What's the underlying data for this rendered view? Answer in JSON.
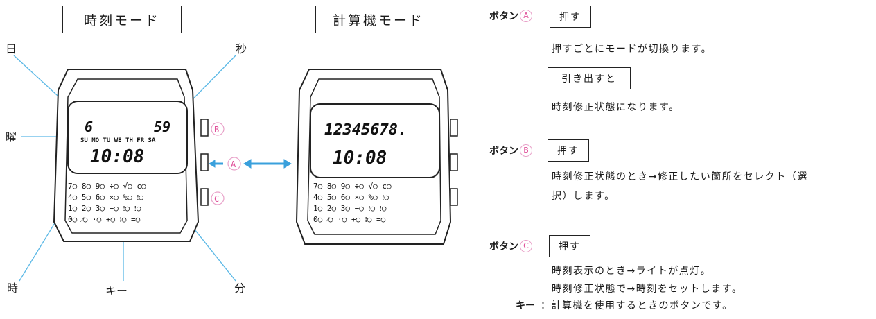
{
  "left": {
    "mode_title": "時刻モード",
    "labels": {
      "day": "日",
      "second": "秒",
      "weekday": "曜",
      "hour": "時",
      "key": "キー",
      "minute": "分"
    },
    "lcd": {
      "date": "6",
      "seconds": "59",
      "weekdays": "SU MO TU WE TH FR SA",
      "time": "10:08"
    }
  },
  "right_watch": {
    "mode_title": "計算機モード",
    "lcd": {
      "digits": "12345678.",
      "time": "10:08"
    }
  },
  "side_buttons": {
    "b": "B",
    "a": "A",
    "c": "C"
  },
  "keypad_rows": [
    "7○ 8○ 9○ ÷○ √○ c○",
    "4○ 5○ 6○ ×○ %○ ⁞○",
    "1○ 2○ 3○ −○ ⁞○ ⁞○",
    "0○ ⁄○ ·○ +○ ⁞○ =○"
  ],
  "instructions": {
    "button_a": {
      "label": "ボタン",
      "badge": "A",
      "box": "押す",
      "text": "押すごとにモードが切換ります。",
      "box2": "引き出すと",
      "text2": "時刻修正状態になります。"
    },
    "button_b": {
      "label": "ボタン",
      "badge": "B",
      "box": "押す",
      "text_line1": "時刻修正状態のとき→修正したい箇所をセレクト（選",
      "text_line2": "択）します。"
    },
    "button_c": {
      "label": "ボタン",
      "badge": "C",
      "box": "押す",
      "text_line1": "時刻表示のとき→ライトが点灯。",
      "text_line2": "時刻修正状態で→時刻をセットします。"
    },
    "key": {
      "label": "キー",
      "text": "：計算機を使用するときのボタンです。"
    }
  }
}
